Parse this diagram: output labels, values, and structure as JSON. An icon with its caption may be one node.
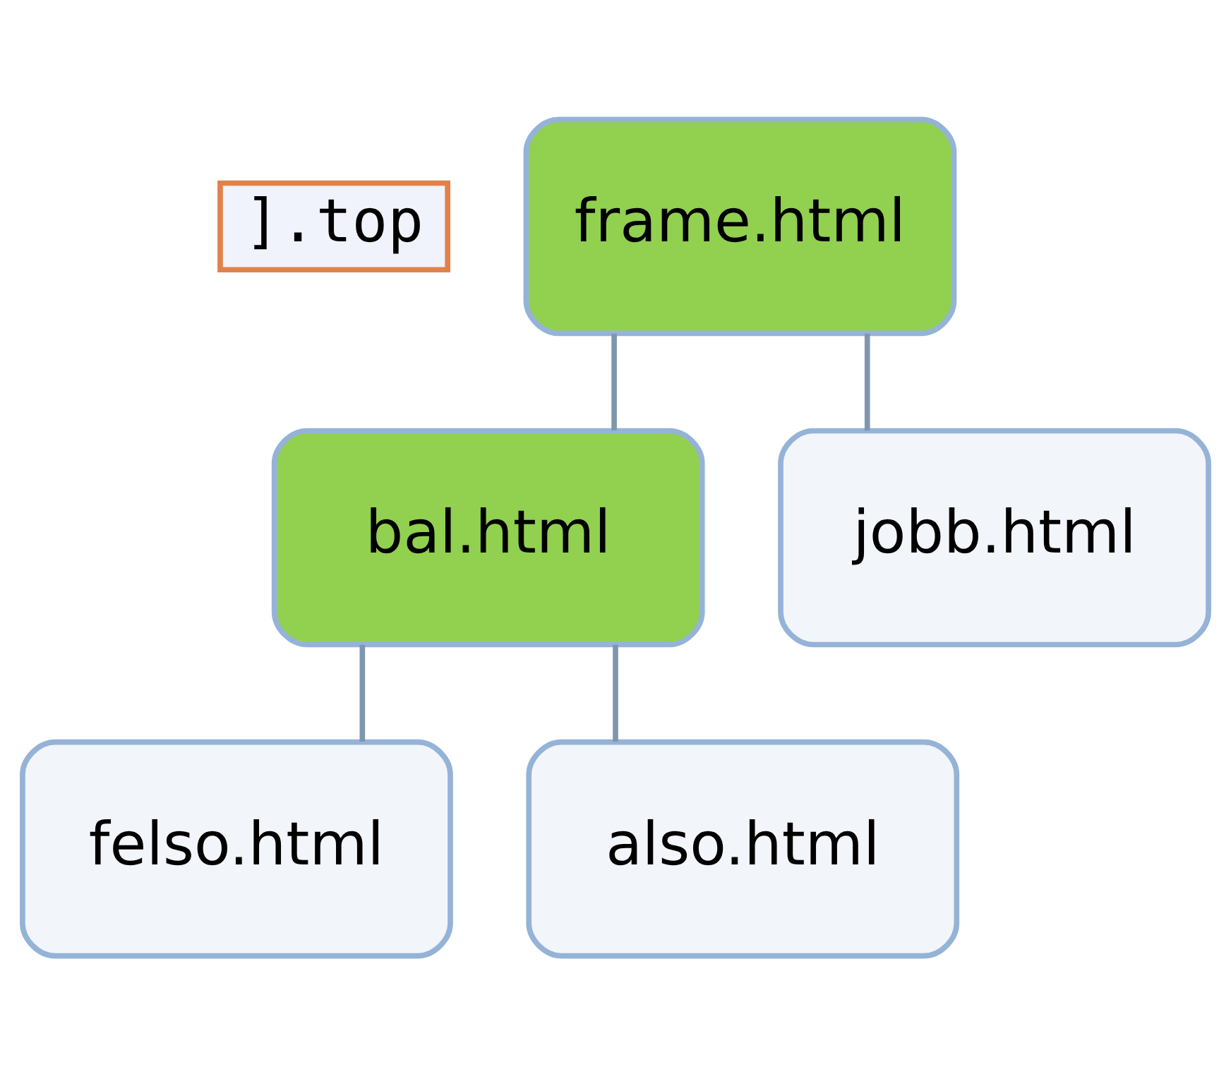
{
  "diagram": {
    "nodes": [
      {
        "text": [
          "frame.html"
        ]
      },
      {
        "text": [
          "bal.html"
        ]
      },
      {
        "text": [
          "jobb.html"
        ]
      },
      {
        "text": [
          "felso.html"
        ]
      },
      {
        "text": [
          "also.html"
        ]
      }
    ],
    "edges": [
      {
        "from": 0,
        "to": 1,
        "arrow": "none"
      },
      {
        "from": 0,
        "to": 2,
        "arrow": "none"
      },
      {
        "from": 1,
        "to": 3,
        "arrow": "none"
      },
      {
        "from": 1,
        "to": 4,
        "arrow": "none"
      }
    ],
    "labels": [
      "].top"
    ]
  }
}
